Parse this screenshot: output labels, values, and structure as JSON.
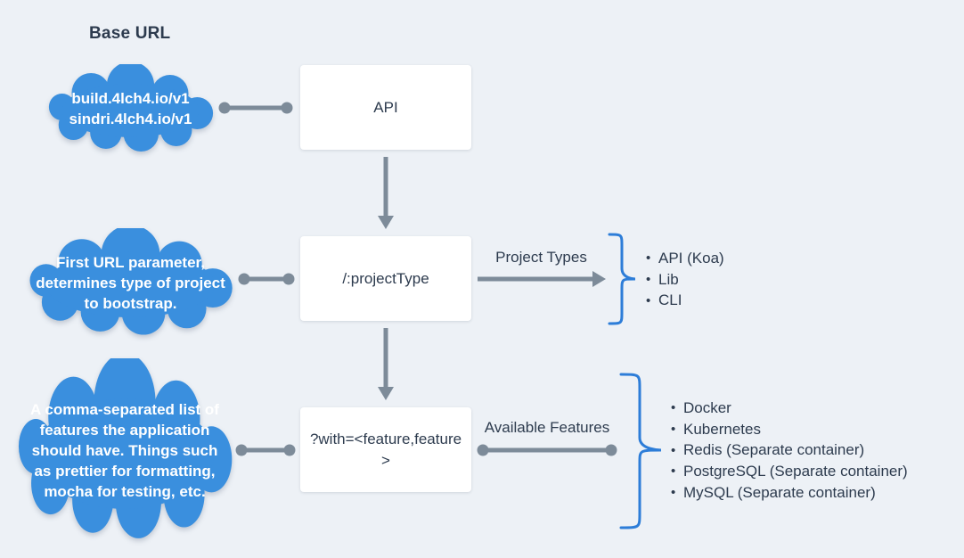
{
  "title": "Base URL",
  "colors": {
    "background": "#edf1f6",
    "cloud": "#3a8fde",
    "cloud_text": "#ffffff",
    "brace": "#2d7dd8",
    "connector": "#7d8b99",
    "text_dark": "#2d3b4e",
    "node_background": "#ffffff"
  },
  "clouds": {
    "base_url": "build.4lch4.io/v1\nsindri.4lch4.io/v1",
    "project_type_note": "First URL parameter,\ndetermines type of project\nto bootstrap.",
    "features_note": "A comma-separated list of\nfeatures the application\nshould have. Things such\nas prettier for formatting,\nmocha for testing, etc."
  },
  "nodes": {
    "api": "API",
    "project_type": "/:projectType",
    "with_query": "?with=<feature,feature>"
  },
  "edge_labels": {
    "project_types": "Project Types",
    "available_features": "Available Features"
  },
  "lists": {
    "bullet": "•",
    "project_types": [
      "API (Koa)",
      "Lib",
      "CLI"
    ],
    "available_features": [
      "Docker",
      "Kubernetes",
      "Redis (Separate container)",
      "PostgreSQL (Separate container)",
      "MySQL (Separate container)"
    ]
  }
}
